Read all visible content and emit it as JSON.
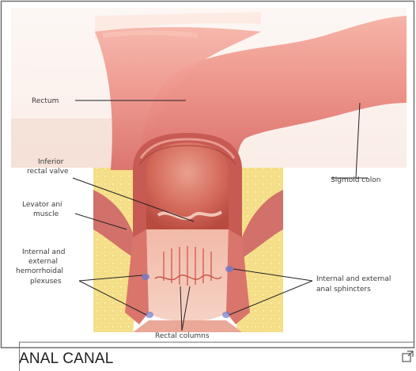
{
  "figure": {
    "caption": "ANAL CANAL",
    "labels": {
      "rectum": "Rectum",
      "sigmoid_colon": "Sigmoid colon",
      "inferior_rectal_valve_1": "Inferior",
      "inferior_rectal_valve_2": "rectal valve",
      "levator_ani_1": "Levator ani",
      "levator_ani_2": "muscle",
      "hemorrhoidal_1": "Internal and",
      "hemorrhoidal_2": "external",
      "hemorrhoidal_3": "hemorrhoidal",
      "hemorrhoidal_4": "plexuses",
      "sphincters_1": "Internal and external",
      "sphincters_2": "anal sphincters",
      "rectal_columns": "Rectal columns"
    },
    "icons": {
      "expand": "expand-icon"
    },
    "colors": {
      "tissue": "#e8867f",
      "fat": "#f5df86",
      "skin": "#f4cfc0",
      "lumen": "#c9594f"
    }
  }
}
